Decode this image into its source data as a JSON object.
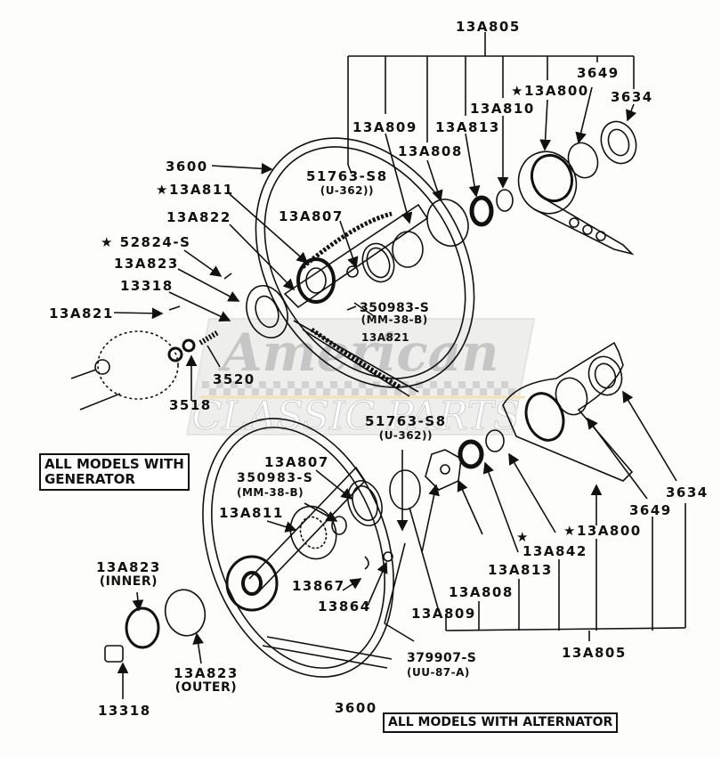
{
  "diagram": {
    "title": "Steering Wheel and Horn Ring Exploded View",
    "variants": {
      "generator": "ALL MODELS WITH\nGENERATOR",
      "generator_line1": "ALL MODELS WITH",
      "generator_line2": "GENERATOR",
      "alternator": "ALL MODELS WITH ALTERNATOR"
    },
    "watermark": {
      "script_text": "American",
      "block_text": "CLASSIC PARTS",
      "colors": {
        "panel": "#d9d9d9",
        "text": "#bdbdbd",
        "accent": "#f3e2b5",
        "checker": "#c8c8c8"
      }
    },
    "top_assembly": {
      "group_label": "13A805",
      "labels": {
        "p13A809": "13A809",
        "p13A808": "13A808",
        "p13A813": "13A813",
        "p13A810": "13A810",
        "p13A800": "★13A800",
        "p3649": "3649",
        "p3634": "3634",
        "p3600": "3600",
        "p13A811": "★13A811",
        "p13A822": "13A822",
        "p52824S": "★ 52824-S",
        "p13A823": "13A823",
        "p13318": "13318",
        "p13A821": "13A821",
        "p51763": "51763-S8",
        "p51763_sub": "(U-362))",
        "p13A807": "13A807",
        "p350983": "350983-S",
        "p350983_sub": "(MM-38-B)",
        "p13A821b": "13A821",
        "p3520": "3520",
        "p3518": "3518"
      }
    },
    "bottom_assembly": {
      "group_label": "13A805",
      "labels": {
        "p51763": "51763-S8",
        "p51763_sub": "(U-362))",
        "p13A807": "13A807",
        "p350983": "350983-S",
        "p350983_sub": "(MM-38-B)",
        "p13A811": "13A811",
        "p13A823i": "13A823",
        "p13A823i_sub": "(INNER)",
        "p13A823o": "13A823",
        "p13A823o_sub": "(OUTER)",
        "p13318": "13318",
        "p13867": "13867",
        "p13864": "13864",
        "p379907": "379907-S",
        "p379907_sub": "(UU-87-A)",
        "p3600": "3600",
        "p13A808": "13A808",
        "p13A809": "13A809",
        "p13A813": "13A813",
        "p13A842_star": "★",
        "p13A842": "13A842",
        "p13A800": "★13A800",
        "p3649": "3649",
        "p3634": "3634"
      }
    }
  }
}
